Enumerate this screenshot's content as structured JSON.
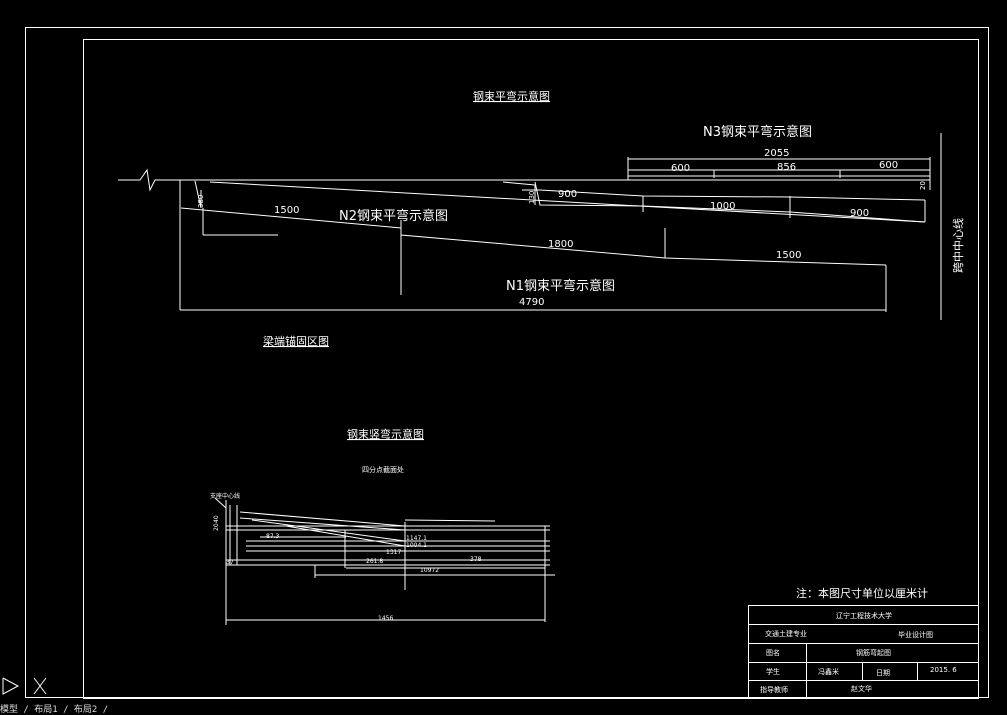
{
  "titles": {
    "n3_label": "N3钢束平弯示意图",
    "main_title": "钢束平弯示意图",
    "n2_label": "N2钢束平弯示意图",
    "n1_label": "N1钢束平弯示意图",
    "anchor_title": "梁端锚固区图",
    "vertical_title": "钢束竖弯示意图",
    "quarter_section": "四分点截面处",
    "span_center": "跨中中心线",
    "note": "注：本图尺寸单位以厘米计"
  },
  "dims_plan": {
    "d2055": "2055",
    "d600a": "600",
    "d856": "856",
    "d600b": "600",
    "d20": "20",
    "d380": "380",
    "d1500a": "1500",
    "d130": "130",
    "d900a": "900",
    "d1000": "1000",
    "d900b": "900",
    "d1800": "1800",
    "d1500b": "1500",
    "d4790": "4790"
  },
  "dims_vertical": {
    "support_center": "支座中心线",
    "d40": "40",
    "d20": "20",
    "d87": "87.3",
    "d1147": "1147.1",
    "d1004": "1004.1",
    "d1317": "1317",
    "d2618": "261.8",
    "d378": "378",
    "d10972": "10972",
    "d37": "37",
    "d1456": "1456"
  },
  "title_block": {
    "university": "辽宁工程技术大学",
    "major": "交通土建专业",
    "design": "毕业设计图",
    "drawing_name_label": "图名",
    "drawing_name": "钢筋弯起图",
    "student_label": "学生",
    "student": "冯鑫米",
    "date_label": "日期",
    "date": "2015. 6",
    "advisor_label": "指导教师",
    "advisor": "赵文华"
  },
  "status": {
    "command": "模型 / 布局1 / 布局2 /"
  }
}
